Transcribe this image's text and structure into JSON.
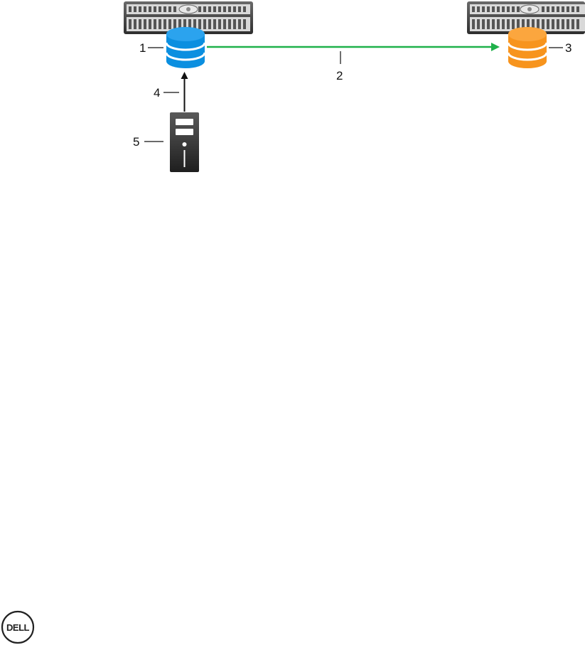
{
  "callouts": {
    "c1": "1",
    "c2": "2",
    "c3": "3",
    "c4": "4",
    "c5": "5"
  },
  "logo": {
    "text": "DELL"
  },
  "colors": {
    "source_volume": "#0b8fe0",
    "destination_volume": "#f7941d",
    "replication_link": "#1fb14a",
    "chassis": "#444444",
    "server": "#3a3a3a"
  }
}
